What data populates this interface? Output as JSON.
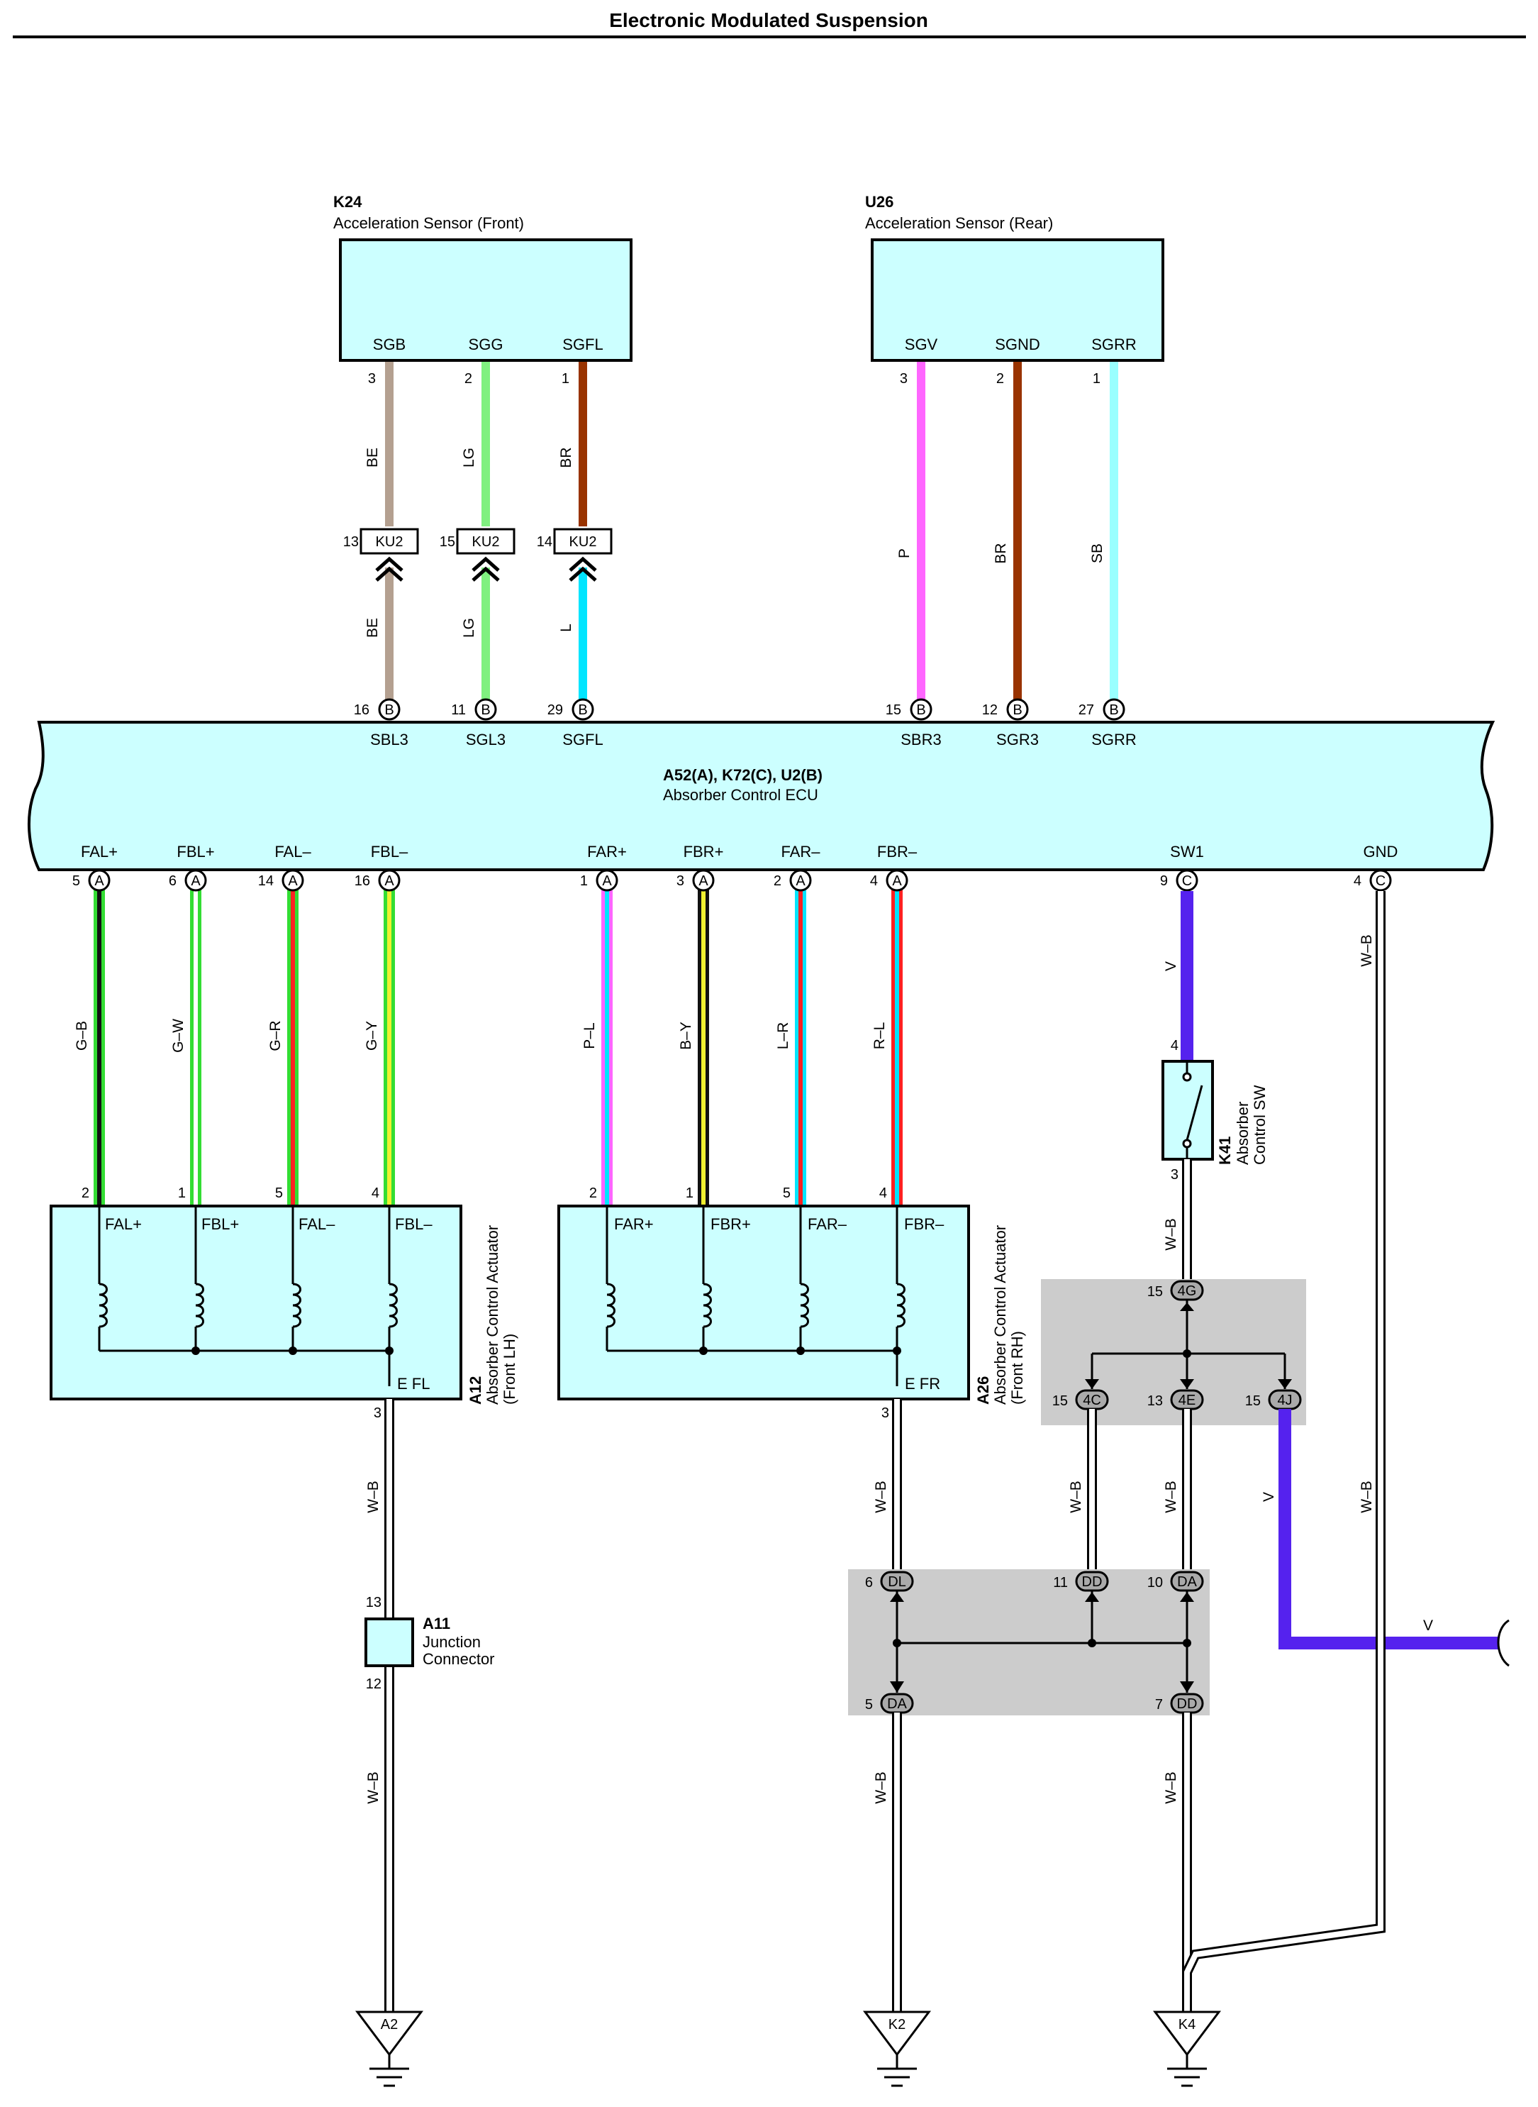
{
  "title": "Electronic Modulated Suspension",
  "colors": {
    "component_fill": "#ccffff",
    "junction_gray": "#cccccc",
    "BE": "#b4a090",
    "LG": "#80f080",
    "BR": "#993300",
    "L": "#00e5ff",
    "P": "#ff66ff",
    "SB": "#99ffff",
    "V": "#5522ee",
    "G": "#33dd33",
    "W": "#ffffff",
    "R": "#ff2222",
    "Y": "#f0f030",
    "B": "#111111",
    "WB": "#ffffff"
  },
  "components": {
    "k24": {
      "code": "K24",
      "name": "Acceleration Sensor (Front)",
      "terminals": [
        "SGB",
        "SGG",
        "SGFL"
      ]
    },
    "u26": {
      "code": "U26",
      "name": "Acceleration Sensor (Rear)",
      "terminals": [
        "SGV",
        "SGND",
        "SGRR"
      ]
    },
    "ecu": {
      "code": "A52(A), K72(C), U2(B)",
      "name": "Absorber Control ECU",
      "top_terminals": [
        "SBL3",
        "SGL3",
        "SGFL",
        "SBR3",
        "SGR3",
        "SGRR"
      ],
      "bottom_terminals": [
        "FAL+",
        "FBL+",
        "FAL–",
        "FBL–",
        "FAR+",
        "FBR+",
        "FAR–",
        "FBR–",
        "SW1",
        "GND"
      ]
    },
    "a12": {
      "code": "A12",
      "name_line1": "Absorber Control Actuator",
      "name_line2": "(Front LH)",
      "terminals": [
        "FAL+",
        "FBL+",
        "FAL–",
        "FBL–"
      ],
      "ground": "E FL"
    },
    "a26": {
      "code": "A26",
      "name_line1": "Absorber Control Actuator",
      "name_line2": "(Front RH)",
      "terminals": [
        "FAR+",
        "FBR+",
        "FAR–",
        "FBR–"
      ],
      "ground": "E FR"
    },
    "k41": {
      "code": "K41",
      "name_line1": "Absorber",
      "name_line2": "Control SW"
    },
    "a11": {
      "code": "A11",
      "name_line1": "Junction",
      "name_line2": "Connector"
    }
  },
  "wires": {
    "sgb": {
      "pin_top": "3",
      "upper": "BE",
      "conn_pin": "13",
      "conn": "KU2",
      "lower": "BE",
      "ecu_pin": "16",
      "ecu_conn": "B"
    },
    "sgg": {
      "pin_top": "2",
      "upper": "LG",
      "conn_pin": "15",
      "conn": "KU2",
      "lower": "LG",
      "ecu_pin": "11",
      "ecu_conn": "B"
    },
    "sgfl": {
      "pin_top": "1",
      "upper": "BR",
      "conn_pin": "14",
      "conn": "KU2",
      "lower": "L",
      "ecu_pin": "29",
      "ecu_conn": "B"
    },
    "sgv": {
      "pin_top": "3",
      "color": "P",
      "ecu_pin": "15",
      "ecu_conn": "B"
    },
    "sgnd": {
      "pin_top": "2",
      "color": "BR",
      "ecu_pin": "12",
      "ecu_conn": "B"
    },
    "sgrr": {
      "pin_top": "1",
      "color": "SB",
      "ecu_pin": "27",
      "ecu_conn": "B"
    },
    "fal_p": {
      "ecu_pin": "5",
      "ecu_conn": "A",
      "color": "G–B",
      "act_pin": "2"
    },
    "fbl_p": {
      "ecu_pin": "6",
      "ecu_conn": "A",
      "color": "G–W",
      "act_pin": "1"
    },
    "fal_m": {
      "ecu_pin": "14",
      "ecu_conn": "A",
      "color": "G–R",
      "act_pin": "5"
    },
    "fbl_m": {
      "ecu_pin": "16",
      "ecu_conn": "A",
      "color": "G–Y",
      "act_pin": "4"
    },
    "far_p": {
      "ecu_pin": "1",
      "ecu_conn": "A",
      "color": "P–L",
      "act_pin": "2"
    },
    "fbr_p": {
      "ecu_pin": "3",
      "ecu_conn": "A",
      "color": "B–Y",
      "act_pin": "1"
    },
    "far_m": {
      "ecu_pin": "2",
      "ecu_conn": "A",
      "color": "L–R",
      "act_pin": "5"
    },
    "fbr_m": {
      "ecu_pin": "4",
      "ecu_conn": "A",
      "color": "R–L",
      "act_pin": "4"
    },
    "sw1": {
      "ecu_pin": "9",
      "ecu_conn": "C",
      "color": "V",
      "sw_pin_top": "4",
      "sw_pin_bottom": "3",
      "color_below": "W–B"
    },
    "gnd": {
      "ecu_pin": "4",
      "ecu_conn": "C",
      "color": "W–B"
    }
  },
  "junctions": {
    "j4g": {
      "pin": "15",
      "id": "4G"
    },
    "j4c": {
      "pin": "15",
      "id": "4C"
    },
    "j4e": {
      "pin": "13",
      "id": "4E"
    },
    "j4j": {
      "pin": "15",
      "id": "4J"
    },
    "jdl": {
      "pin": "6",
      "id": "DL"
    },
    "jdd1": {
      "pin": "11",
      "id": "DD"
    },
    "jda1": {
      "pin": "10",
      "id": "DA"
    },
    "jda2": {
      "pin": "5",
      "id": "DA"
    },
    "jdd2": {
      "pin": "7",
      "id": "DD"
    }
  },
  "ground_wires": {
    "a12_pin": "3",
    "a12_color": "W–B",
    "a11_in": "13",
    "a11_out": "12",
    "a11_color": "W–B",
    "a26_pin": "3",
    "a26_color": "W–B",
    "c4_color": "W–B",
    "e4_color": "W–B",
    "dl_out_color": "W–B",
    "dd_out_color": "W–B",
    "j4j_color": "V",
    "v_out_color": "V",
    "gnd_col_color": "W–B"
  },
  "grounds": [
    "A2",
    "K2",
    "K4"
  ]
}
